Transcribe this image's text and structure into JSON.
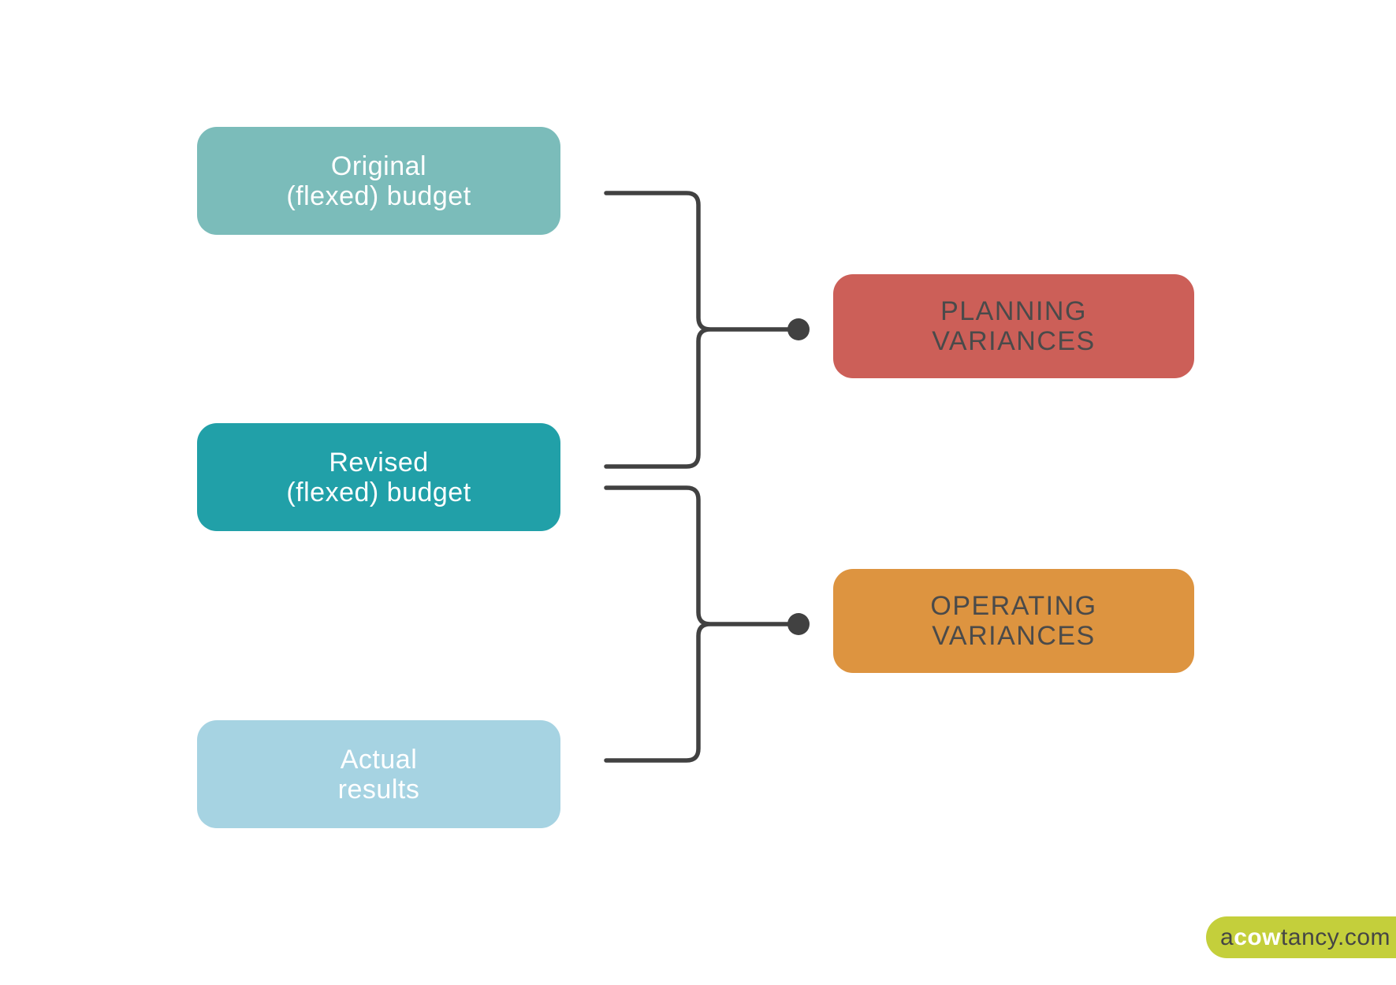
{
  "diagram": {
    "left_boxes": [
      {
        "id": "original",
        "label_line1": "Original",
        "label_line2": "(flexed) budget",
        "color": "#7bbcba",
        "text_color": "#ffffff"
      },
      {
        "id": "revised",
        "label_line1": "Revised",
        "label_line2": "(flexed) budget",
        "color": "#21a0a8",
        "text_color": "#ffffff"
      },
      {
        "id": "actual",
        "label_line1": "Actual",
        "label_line2": "results",
        "color": "#a6d3e2",
        "text_color": "#ffffff"
      }
    ],
    "right_boxes": [
      {
        "id": "planning",
        "label_line1": "PLANNING",
        "label_line2": "VARIANCES",
        "color": "#cc5f58",
        "text_color": "#4a4a4a"
      },
      {
        "id": "operating",
        "label_line1": "OPERATING",
        "label_line2": "VARIANCES",
        "color": "#dd9440",
        "text_color": "#4a4a4a"
      }
    ],
    "connections": [
      {
        "from": [
          "original",
          "revised"
        ],
        "to": "planning"
      },
      {
        "from": [
          "revised",
          "actual"
        ],
        "to": "operating"
      }
    ],
    "connector_color": "#414141",
    "background_color": "#ffffff"
  },
  "watermark": {
    "prefix": "a",
    "highlight": "cow",
    "suffix": "tancy.com",
    "bg_color": "#c4cf3b",
    "text_color": "#454545",
    "highlight_color": "#ffffff"
  }
}
